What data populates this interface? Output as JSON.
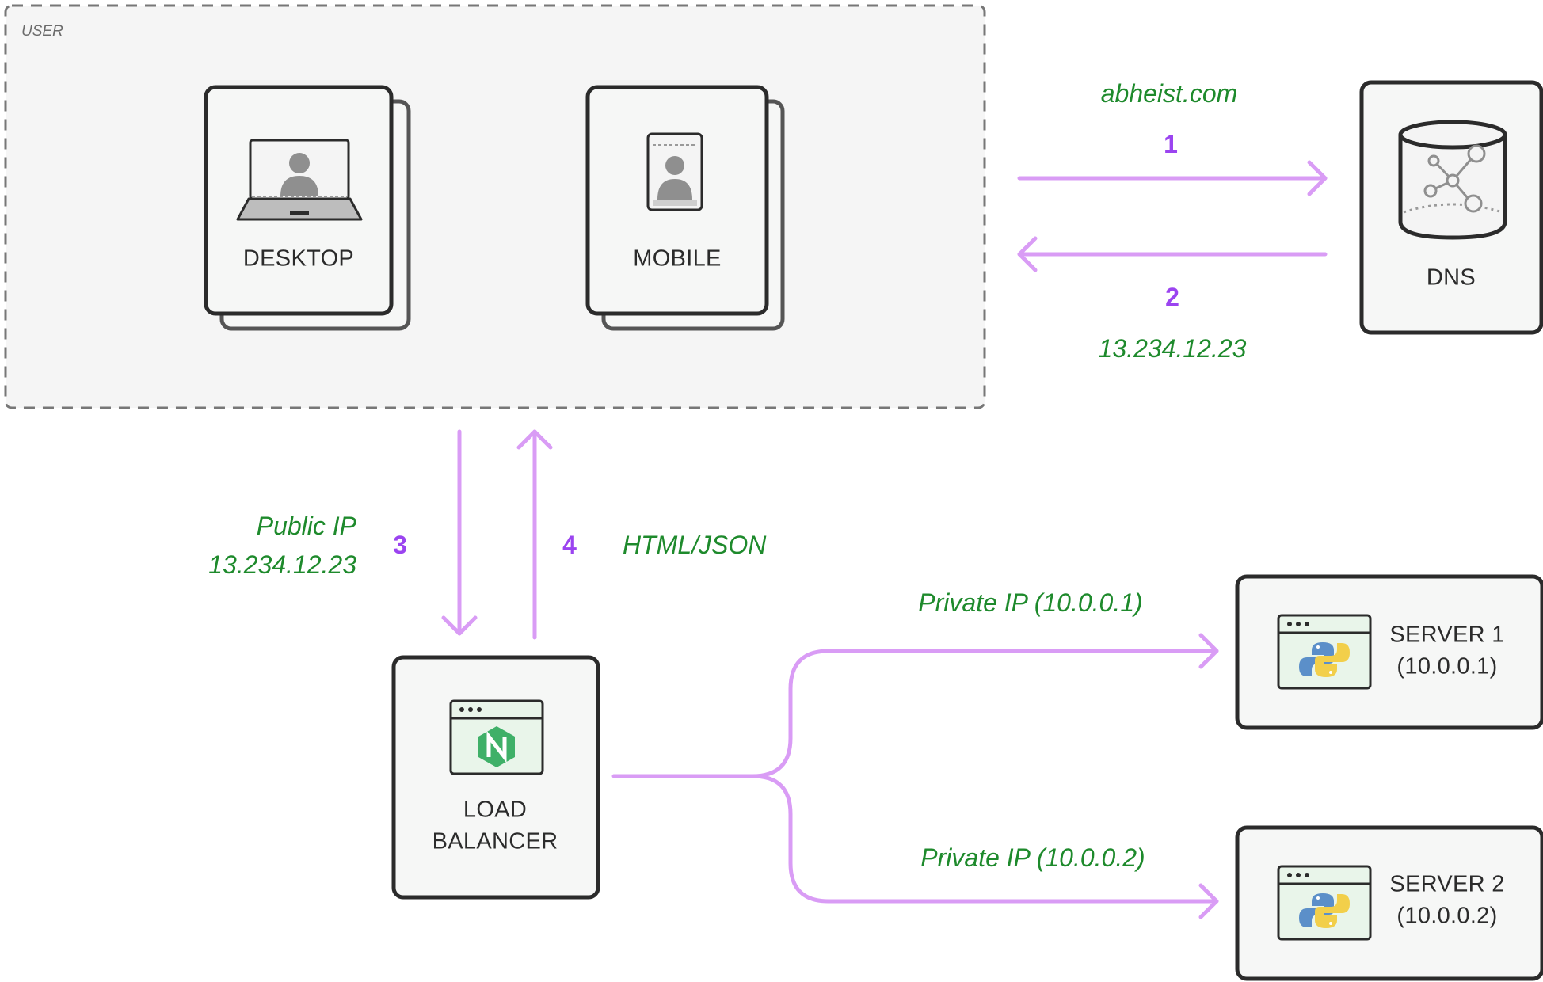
{
  "group": {
    "label": "USER"
  },
  "nodes": {
    "desktop": {
      "label": "DESKTOP",
      "icon": "laptop-user-icon"
    },
    "mobile": {
      "label": "MOBILE",
      "icon": "phone-user-icon"
    },
    "dns": {
      "label": "DNS",
      "icon": "database-network-icon"
    },
    "load_balancer": {
      "label_line1": "LOAD",
      "label_line2": "BALANCER",
      "icon": "nginx-window-icon"
    },
    "server1": {
      "label_line1": "SERVER 1",
      "label_line2": "(10.0.0.1)",
      "icon": "python-window-icon"
    },
    "server2": {
      "label_line1": "SERVER 2",
      "label_line2": "(10.0.0.2)",
      "icon": "python-window-icon"
    }
  },
  "edges": {
    "step1": {
      "number": "1",
      "label": "abheist.com"
    },
    "step2": {
      "number": "2",
      "label": "13.234.12.23"
    },
    "step3": {
      "number": "3",
      "label_line1": "Public IP",
      "label_line2": "13.234.12.23"
    },
    "step4": {
      "number": "4",
      "label": "HTML/JSON"
    },
    "to_server1": {
      "label": "Private IP (10.0.0.1)"
    },
    "to_server2": {
      "label": "Private IP (10.0.0.2)"
    }
  },
  "colors": {
    "arrow": "#d99cf5",
    "step_number": "#9b44f0",
    "edge_label": "#1e8a2c",
    "node_border": "#2b2b2b",
    "node_fill": "#f6f7f6",
    "group_border": "#777777",
    "group_fill": "#f5f5f5",
    "nginx": "#3fb068",
    "icon_window_fill": "#e9f5ea"
  }
}
